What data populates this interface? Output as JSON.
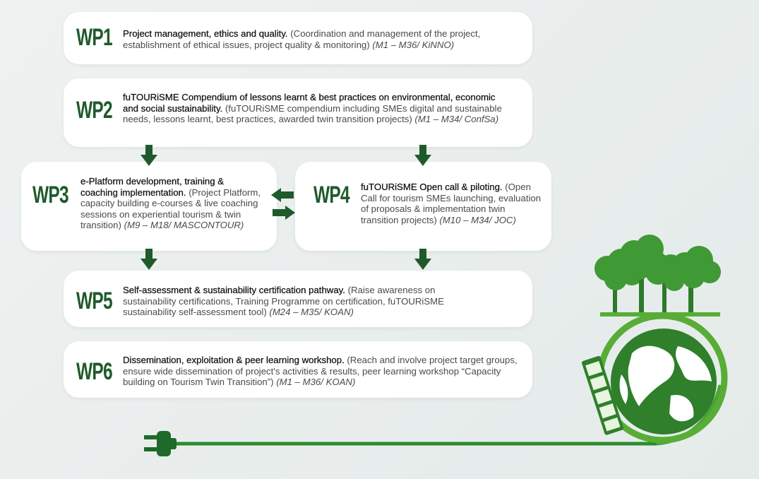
{
  "packages": [
    {
      "id": "WP1",
      "title": "Project management, ethics and quality.",
      "desc": " (Coordination and management of the project, establishment of ethical issues, project quality & monitoring) ",
      "ref": "(M1 – M36/ KiNNO)"
    },
    {
      "id": "WP2",
      "title": "fuTOURiSME Compendium of lessons learnt & best practices on environmental, economic and social sustainability.",
      "desc": " (fuTOURiSME compendium including SMEs digital and sustainable needs, lessons learnt, best practices, awarded twin transition projects) ",
      "ref": "(M1 – M34/ ConfSa)"
    },
    {
      "id": "WP3",
      "title": "e-Platform development, training & coaching implementation.",
      "desc": " (Project Platform, capacity building e-courses & live coaching sessions on experiential tourism & twin transition) ",
      "ref": "(M9 – M18/ MASCONTOUR)"
    },
    {
      "id": "WP4",
      "title": "fuTOURiSME Open call & piloting.",
      "desc": " (Open Call for tourism SMEs launching, evaluation of proposals & implementation twin transition projects) ",
      "ref": "(M10 – M34/ JOC)"
    },
    {
      "id": "WP5",
      "title": "Self-assessment & sustainability certification pathway.",
      "desc": " (Raise awareness on sustainability certifications, Training Programme on certification, fuTOURiSME sustainability self-assessment tool) ",
      "ref": "(M24 – M35/ KOAN)"
    },
    {
      "id": "WP6",
      "title": "Dissemination, exploitation & peer learning workshop.",
      "desc": " (Reach and involve project target groups, ensure wide dissemination of project's activities & results, peer learning workshop “Capacity building on Tourism Twin Transition”) ",
      "ref": "(M1 – M36/ KOAN)"
    }
  ],
  "colors": {
    "accent": "#1f5a2c",
    "green": "#3a9a3c",
    "light_green": "#6cbf3a"
  },
  "icons": [
    "down-arrow-icon",
    "left-arrow-icon",
    "right-arrow-icon",
    "eco-globe-plug-icon"
  ]
}
